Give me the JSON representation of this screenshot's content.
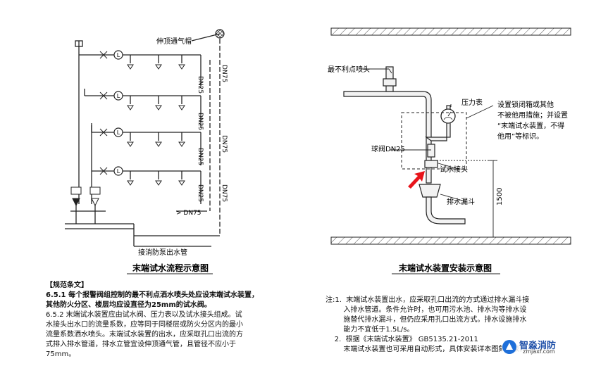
{
  "left_diagram": {
    "caption": "末端试水流程示意图",
    "label_vent_cap": "伸顶通气帽",
    "label_dn25": "DN25",
    "label_dn75": "DN75",
    "label_dn75_bottom": "> DN75",
    "label_pump": "接消防泵出水管",
    "gauge_letter": "L"
  },
  "right_diagram": {
    "caption": "末端试水装置安装示意图",
    "label_sprinkler": "最不利点喷头",
    "label_gauge": "压力表",
    "label_ball_valve": "球阀DN25",
    "label_test_joint": "试水接头",
    "label_drain_funnel": "排水漏斗",
    "label_dim": "1500",
    "note_lines": [
      "设置锁闭箱或其他",
      "不被他用措施；并设置",
      "“末端试水装置，不得",
      "他用”等标识。"
    ]
  },
  "left_text": {
    "heading": "【规范条文】",
    "p1_line1": "6.5.1  每个报警阀组控制的最不利点洒水喷头处应设末端试水装置，",
    "p1_line2": "其他防火分区、楼层均应设直径为25mm的试水阀。",
    "p2_lines": [
      "6.5.2  末端试水装置应由试水阀、压力表以及试水接头组成。试",
      "水接头出水口的流量系数，应等同于同楼层或防火分区内的最小",
      "流量系数洒水喷头。末端试水装置的出水，应采取孔口出流的方",
      "式排入排水管道，排水立管宜设伸顶通气管，且管径不应小于",
      "75mm。"
    ]
  },
  "right_text": {
    "notes": [
      "注:1.  末端试水装置出水，应采取孔口出流的方式通过排水漏斗接",
      "        入排水管道。条件允许时，也可用污水池、排水沟等排水设",
      "        施替代排水漏斗，但仍应采用孔口出流方式。排水设施排水",
      "        能力不宜低于1.5L/s。",
      "    2.  根据《末端试水装置》 GB5135.21-2011",
      "        末端试水装置也可采用自动形式，具体安装详本图集附录。"
    ]
  },
  "watermark": {
    "brand": "智淼消防",
    "url": "zmjaxf.com"
  }
}
